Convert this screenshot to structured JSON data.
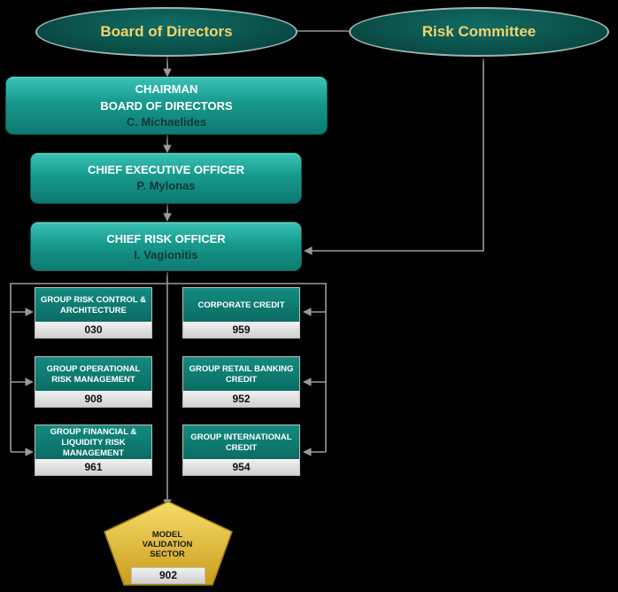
{
  "governance": {
    "board": "Board of Directors",
    "risk_committee": "Risk Committee"
  },
  "executives": {
    "chairman": {
      "title_line1": "CHAIRMAN",
      "title_line2": "BOARD OF DIRECTORS",
      "name": "C. Michaelides"
    },
    "ceo": {
      "title": "CHIEF EXECUTIVE OFFICER",
      "name": "P. Mylonas"
    },
    "cro": {
      "title": "CHIEF RISK OFFICER",
      "name": "I. Vagionitis"
    }
  },
  "units_left": [
    {
      "label": "GROUP RISK CONTROL & ARCHITECTURE",
      "code": "030"
    },
    {
      "label": "GROUP OPERATIONAL RISK MANAGEMENT",
      "code": "908"
    },
    {
      "label": "GROUP FINANCIAL & LIQUIDITY RISK MANAGEMENT",
      "code": "961"
    }
  ],
  "units_right": [
    {
      "label": "CORPORATE CREDIT",
      "code": "959"
    },
    {
      "label": "GROUP RETAIL BANKING CREDIT",
      "code": "952"
    },
    {
      "label": "GROUP INTERNATIONAL CREDIT",
      "code": "954"
    }
  ],
  "model_validation": {
    "line1": "MODEL",
    "line2": "VALIDATION",
    "line3": "SECTOR",
    "code": "902"
  },
  "colors": {
    "background": "#000000",
    "teal_box": "#17998c",
    "dark_teal_oval": "#0b4f49",
    "gold_text": "#f3d36c",
    "pentagon_yellow": "#e8c23a",
    "connector": "#9a9a9a"
  }
}
